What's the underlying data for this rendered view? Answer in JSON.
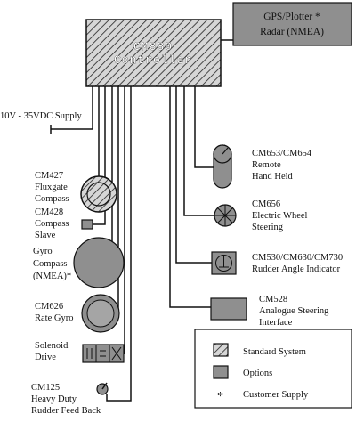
{
  "controller": {
    "line1": "CM880",
    "line2": "Controller"
  },
  "gps": {
    "line1": "GPS/Plotter *",
    "line2": "Radar (NMEA)"
  },
  "supply": "10V - 35VDC Supply",
  "left": {
    "cm427": [
      "CM427",
      "Fluxgate",
      "Compass"
    ],
    "cm428": [
      "CM428",
      "Compass",
      "Slave"
    ],
    "gyro": [
      "Gyro",
      "Compass",
      "(NMEA)*"
    ],
    "cm626": [
      "CM626",
      "Rate Gyro"
    ],
    "solenoid": [
      "Solenoid",
      "Drive"
    ],
    "cm125": [
      "CM125",
      "Heavy Duty",
      "Rudder Feed Back"
    ]
  },
  "right": {
    "cm653": [
      "CM653/CM654",
      "Remote",
      "Hand Held"
    ],
    "cm656": [
      "CM656",
      "Electric Wheel",
      "Steering"
    ],
    "cm530": [
      "CM530/CM630/CM730",
      "Rudder Angle Indicator"
    ],
    "cm528": [
      "CM528",
      "Analogue Steering",
      "Interface"
    ]
  },
  "legend": {
    "standard": "Standard System",
    "options": "Options",
    "customer_symbol": "*",
    "customer": "Customer Supply"
  }
}
